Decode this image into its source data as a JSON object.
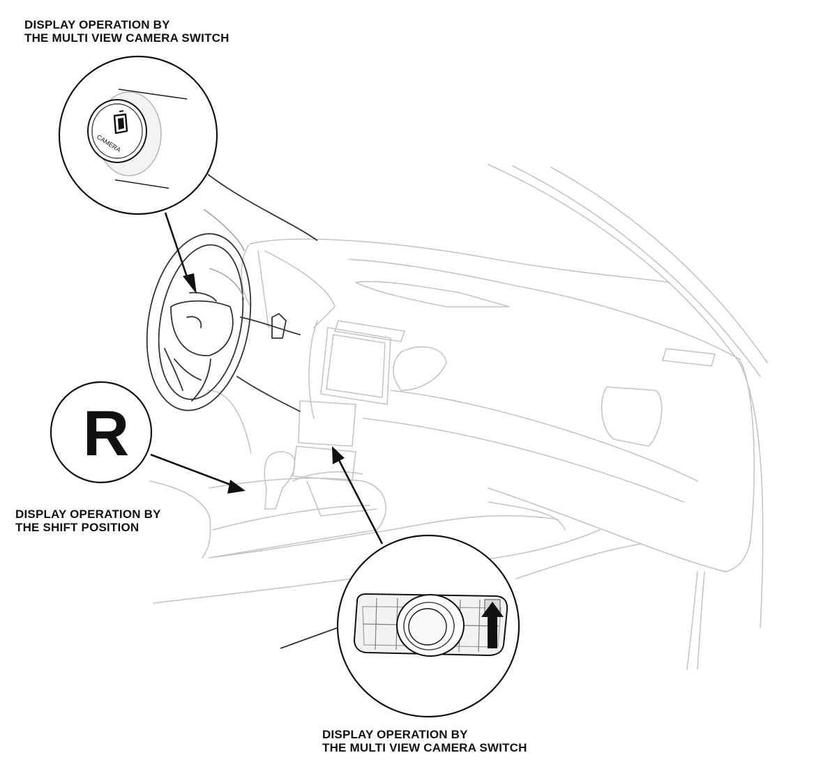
{
  "callouts": {
    "camera_switch_top": {
      "line1": "DISPLAY OPERATION BY",
      "line2": "THE MULTI VIEW CAMERA SWITCH",
      "button_text": "CAMERA",
      "icon": "camera-icon"
    },
    "shift_position": {
      "line1": "DISPLAY OPERATION BY",
      "line2": "THE SHIFT POSITION",
      "gear_letter": "R"
    },
    "camera_switch_bottom": {
      "line1": "DISPLAY OPERATION BY",
      "line2": "THE MULTI VIEW CAMERA SWITCH",
      "icon": "arrow-up-icon"
    }
  },
  "colors": {
    "ink": "#111111",
    "light_line": "#bdbdbd",
    "mid_line": "#8a8a8a"
  }
}
